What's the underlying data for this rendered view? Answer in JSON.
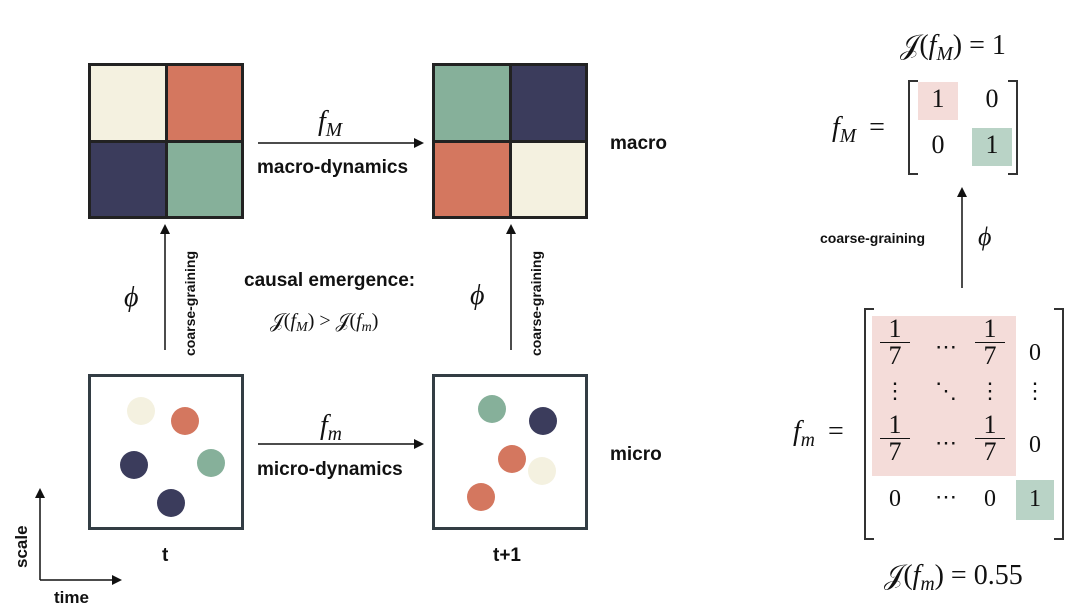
{
  "colors": {
    "cream": "#f4f1e0",
    "salmon": "#d4775f",
    "navy": "#3b3c5c",
    "sage": "#86b09a",
    "pink_highlight": "#f4dcd9",
    "green_highlight": "#b9d3c6"
  },
  "macro_label": "macro",
  "micro_label": "micro",
  "macro_dynamics": {
    "symbol_main": "f",
    "symbol_sub": "M",
    "label": "macro-dynamics"
  },
  "micro_dynamics": {
    "symbol_main": "f",
    "symbol_sub": "m",
    "label": "micro-dynamics"
  },
  "coarse_graining": "coarse-graining",
  "phi": "ϕ",
  "causal_emergence": {
    "title": "causal emergence:",
    "formula_parts": [
      "𝒥(",
      "f",
      "M",
      ") > 𝒥(",
      "f",
      "m",
      ")"
    ]
  },
  "time_labels": {
    "t": "t",
    "t_plus_1": "t+1"
  },
  "axes": {
    "scale": "scale",
    "time": "time"
  },
  "macro_matrix": {
    "j_label": "𝒥(",
    "j_sub_main": "f",
    "j_sub": "M",
    "j_value": ") = 1",
    "lhs_main": "f",
    "lhs_sub": "M",
    "eq": "=",
    "cells": [
      "1",
      "0",
      "0",
      "1"
    ]
  },
  "micro_matrix": {
    "lhs_main": "f",
    "lhs_sub": "m",
    "eq": "=",
    "frac_num": "1",
    "frac_den": "7",
    "cdots": "⋯",
    "vdots": "⋮",
    "ddots": "⋱",
    "zero": "0",
    "one": "1",
    "j_label": "𝒥(",
    "j_sub_main": "f",
    "j_sub": "m",
    "j_value": ") = 0.55"
  }
}
